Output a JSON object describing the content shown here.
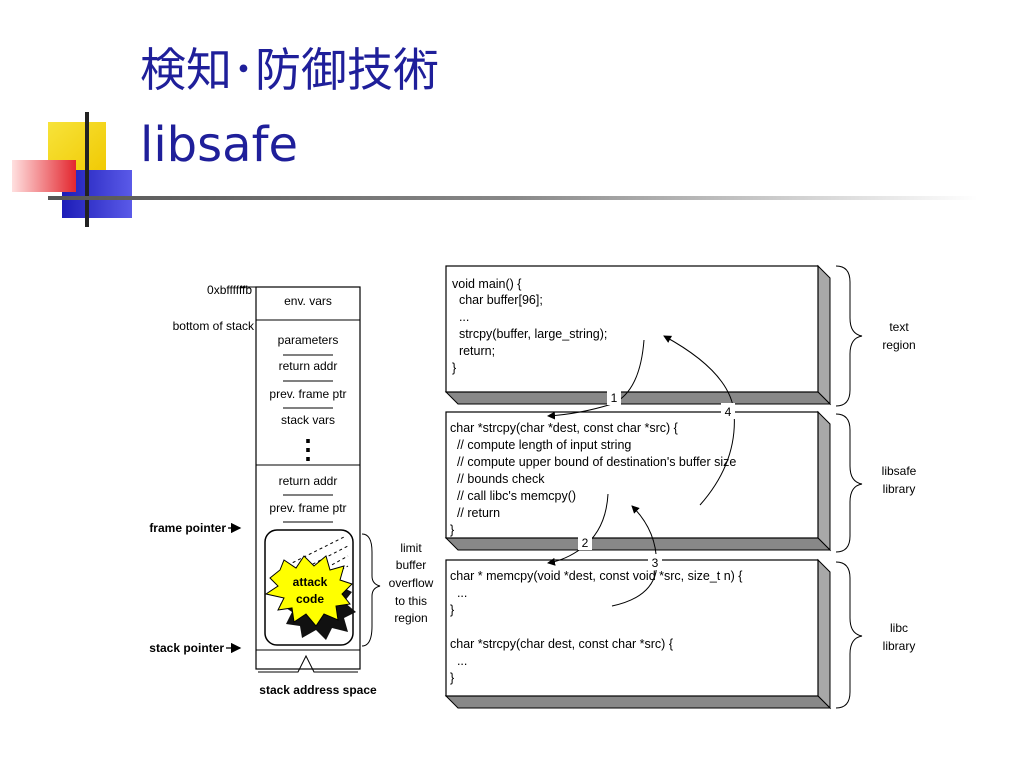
{
  "slide": {
    "title_line1": "検知･防御技術",
    "title_line2": "libsafe"
  },
  "stack": {
    "top_address": "0xbffffffb",
    "bottom_label": "bottom of stack",
    "cells": [
      "env. vars",
      "parameters",
      "return addr",
      "prev. frame ptr",
      "stack vars",
      "return addr",
      "prev. frame ptr"
    ],
    "ellipsis": "⋮",
    "frame_pointer": "frame pointer",
    "stack_pointer": "stack pointer",
    "attack_line1": "attack",
    "attack_line2": "code",
    "limit_note": [
      "limit",
      "buffer",
      "overflow",
      "to this",
      "region"
    ],
    "caption": "stack address space"
  },
  "regions": [
    {
      "name": "text",
      "label": [
        "text",
        "region"
      ],
      "code": [
        "void main() {",
        "  char buffer[96];",
        "  ...",
        "  strcpy(buffer, large_string);",
        "  return;",
        "}"
      ]
    },
    {
      "name": "libsafe",
      "label": [
        "libsafe",
        "library"
      ],
      "code": [
        "char *strcpy(char *dest, const char *src) {",
        "  // compute length of input string",
        "  // compute upper bound of destination's buffer size",
        "  // bounds check",
        "  // call libc's memcpy()",
        "  // return",
        "}"
      ]
    },
    {
      "name": "libc",
      "label": [
        "libc",
        "library"
      ],
      "code": [
        "char * memcpy(void *dest, const void *src, size_t n) {",
        "  ...",
        "}",
        "",
        "char *strcpy(char dest, const char *src) {",
        "  ...",
        "}"
      ]
    }
  ],
  "steps": [
    "1",
    "2",
    "3",
    "4"
  ],
  "colors": {
    "title": "#1f1f9a",
    "deco_yellow": "#f5d90a",
    "deco_blue": "#2a2ad0",
    "deco_red": "#e8282e",
    "attack_fill": "#ffff00"
  }
}
